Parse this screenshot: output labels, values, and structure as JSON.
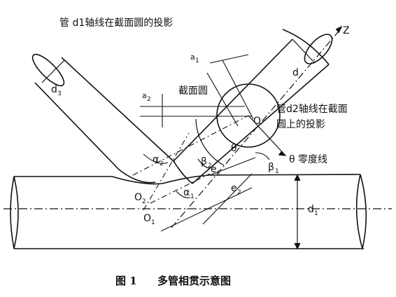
{
  "figure": {
    "caption_num": "图 1",
    "caption_text": "多管相贯示意图",
    "labels": {
      "proj_d1": "管 d1轴线在截面圆的投影",
      "section_circle": "截面圆",
      "proj_d2_line1": "管d2轴线在截面",
      "proj_d2_line2": "圆上的投影",
      "theta_zero": "θ 零度线",
      "z_axis": "Z",
      "o_center": "O",
      "o1": "O",
      "o2": "O",
      "d": "d",
      "d1": "d",
      "d3": "d",
      "a1": "a",
      "a2": "a",
      "alpha1": "α",
      "alpha2": "α",
      "beta1": "β",
      "beta2": "β",
      "theta": "θ",
      "e1": "e",
      "e2": "e",
      "sub1": "1",
      "sub2": "2",
      "sub3": "3"
    }
  }
}
